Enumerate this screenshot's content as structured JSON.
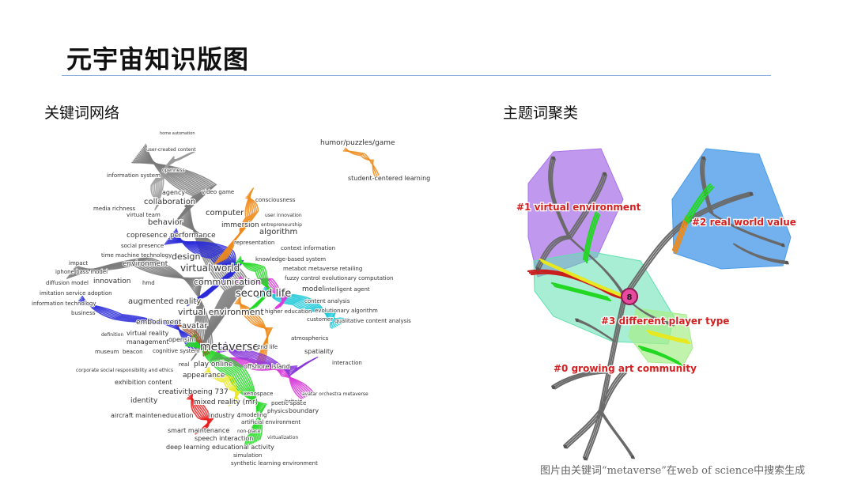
{
  "page": {
    "title": "元宇宙知识版图",
    "left_heading": "关键词网络",
    "right_heading": "主题词聚类",
    "caption": "图片由关键词“metaverse”在web of science中搜索生成"
  },
  "keyword_network": {
    "keywords": [
      "humor/puzzles/game",
      "student-centered learning",
      "home automation",
      "user-created content",
      "openness",
      "information system",
      "agency",
      "collaboration",
      "video game",
      "consciousness",
      "computer",
      "user innovation",
      "media richness",
      "virtual team",
      "behavior",
      "immersion",
      "entrepreneurship",
      "copresence",
      "performance",
      "algorithm",
      "social presence",
      "representation",
      "context information",
      "time machine technology",
      "design",
      "knowledge-based system",
      "impact",
      "environment",
      "virtual world",
      "metabot metaverse retailing",
      "iphone bass model",
      "communication",
      "fuzzy control evolutionary computation",
      "diffusion model",
      "innovation",
      "hmd",
      "model",
      "intelligent agent",
      "imitation service adoption",
      "second life",
      "content analysis",
      "information technology",
      "augmented reality",
      "evolutionary algorithm",
      "business",
      "virtual environment",
      "higher education",
      "customer",
      "qualitative content analysis",
      "embodiment",
      "avatar",
      "definition",
      "virtual reality",
      "atmospherics",
      "management",
      "opensim",
      "museum",
      "beacon",
      "cognitive system",
      "metaverse",
      "2nd life",
      "spatiality",
      "play online",
      "interaction",
      "real",
      "offshore island",
      "corporate social responsibility and ethics",
      "appearance",
      "exhibition content",
      "creativity",
      "boeing 737",
      "identity",
      "xenospace",
      "avatar orchestra metaverse",
      "britain",
      "mixed reality (mr)",
      "poetic space",
      "physics",
      "boundary",
      "aircraft maintenance",
      "education",
      "industry 4",
      "modeling",
      "artificial environment",
      "smart maintenance",
      "non-place",
      "speech interaction",
      "virtualization",
      "deep learning",
      "educational activity",
      "simulation",
      "synthetic learning environment"
    ]
  },
  "topic_clusters": {
    "clusters": [
      {
        "label": "#1 virtual environment",
        "color": "#a772e8"
      },
      {
        "label": "#2 real world value",
        "color": "#4a9be8"
      },
      {
        "label": "#3 different player type",
        "color": "#5fe0b0"
      },
      {
        "label": "#0 growing art community",
        "color": "#a6ee8a"
      }
    ],
    "center_node_label": "8"
  }
}
